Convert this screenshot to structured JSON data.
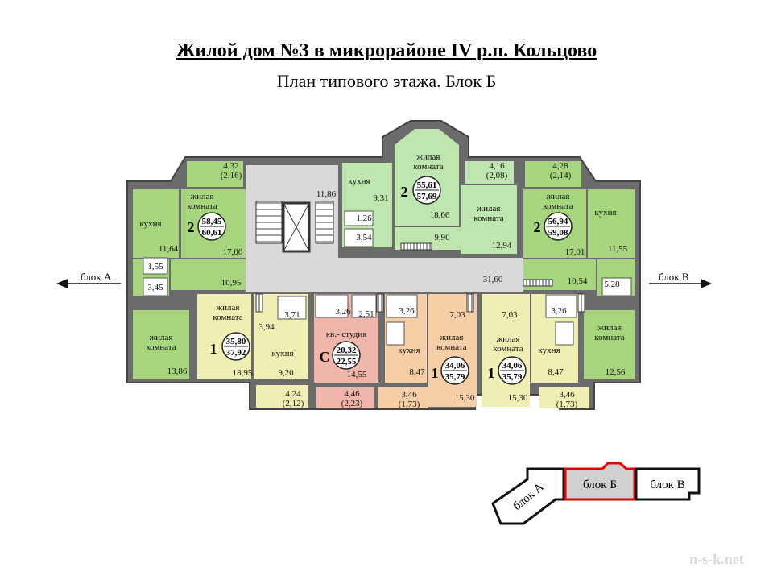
{
  "title": "Жилой дом №3 в микрорайоне IV р.п. Кольцово",
  "subtitle": "План типового этажа. Блок Б",
  "colors": {
    "green": "#a6d57d",
    "light_green": "#bfe6ae",
    "yellow": "#efefb4",
    "pink": "#f1b6ab",
    "orange": "#f6cfa6",
    "corridor": "#d9d9d9",
    "wall": "#5a5a5a",
    "highlight": "#e30000"
  },
  "block_labels": {
    "left": "блок А",
    "left_bold": "А",
    "right": "блок В",
    "right_bold": "В"
  },
  "apartment_areas": {
    "a1": {
      "top": "58,45",
      "bottom": "60,61",
      "rooms": "2"
    },
    "a2": {
      "top": "55,61",
      "bottom": "57,69",
      "rooms": "2"
    },
    "a3": {
      "top": "56,94",
      "bottom": "59,08",
      "rooms": "2"
    },
    "a4": {
      "top": "35,80",
      "bottom": "37,92",
      "rooms": "1"
    },
    "a5": {
      "top": "20,32",
      "bottom": "22,55",
      "rooms": "С"
    },
    "a6": {
      "top": "34,06",
      "bottom": "35,79",
      "rooms": "1"
    },
    "a7": {
      "top": "34,06",
      "bottom": "35,79",
      "rooms": "1"
    }
  },
  "room_labels": {
    "kitchen": "кухня",
    "living": "жилая",
    "room": "комната",
    "studio1": "кв.- студия"
  },
  "values": {
    "v_432": "4,32",
    "v_216": "(2,16)",
    "v_1186": "11,86",
    "v_931": "9,31",
    "v_126": "1,26",
    "v_354": "3,54",
    "v_1866": "18,66",
    "v_990": "9,90",
    "v_416": "4,16",
    "v_208": "(2,08)",
    "v_428": "4,28",
    "v_214": "(2,14)",
    "v_1294": "12,94",
    "v_1164": "11,64",
    "v_1700": "17,00",
    "v_155": "1,55",
    "v_345": "3,45",
    "v_1095": "10,95",
    "v_1701": "17,01",
    "v_1155": "11,55",
    "v_1054": "10,54",
    "v_528": "5,28",
    "v_3160": "31,60",
    "v_371": "3,71",
    "v_326a": "3,26",
    "v_251": "2,51",
    "v_326b": "3,26",
    "v_703a": "7,03",
    "v_703b": "7,03",
    "v_326c": "3,26",
    "v_394": "3,94",
    "v_1386": "13,86",
    "v_1895": "18,95",
    "v_920": "9,20",
    "v_1455": "14,55",
    "v_847a": "8,47",
    "v_1530a": "15,30",
    "v_1530b": "15,30",
    "v_847b": "8,47",
    "v_1256": "12,56",
    "v_424": "4,24",
    "v_212": "(2,12)",
    "v_446": "4,46",
    "v_223": "(2,23)",
    "v_346a": "3,46",
    "v_173a": "(1,73)",
    "v_346b": "3,46",
    "v_173b": "(1,73)"
  },
  "key_plan": {
    "a": "блок А",
    "b": "блок Б",
    "c": "блок В"
  },
  "watermark": "n-s-k.net"
}
